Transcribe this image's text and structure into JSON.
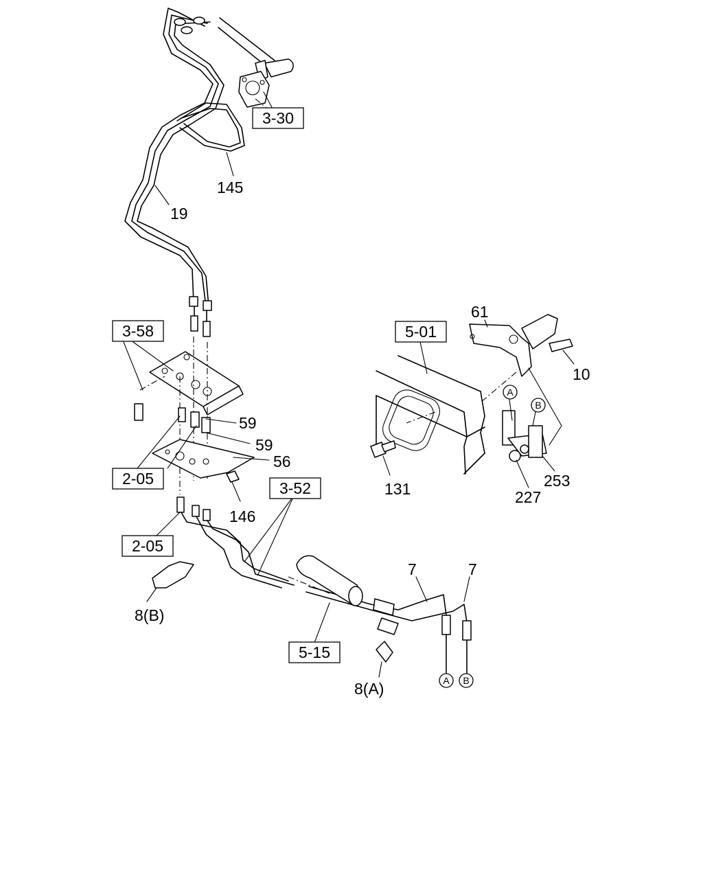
{
  "references": {
    "ref_3_30": "3-30",
    "ref_3_58": "3-58",
    "ref_2_05_a": "2-05",
    "ref_2_05_b": "2-05",
    "ref_3_52": "3-52",
    "ref_5_15": "5-15",
    "ref_5_01": "5-01"
  },
  "parts": {
    "p145": "145",
    "p19": "19",
    "p59_a": "59",
    "p59_b": "59",
    "p56": "56",
    "p146": "146",
    "p8b": "8(B)",
    "p8a": "8(A)",
    "p7_a": "7",
    "p7_b": "7",
    "p61": "61",
    "p10": "10",
    "p131": "131",
    "p227": "227",
    "p253": "253"
  },
  "markers": {
    "a_top": "A",
    "b_top": "B",
    "a_bottom": "A",
    "b_bottom": "B"
  }
}
